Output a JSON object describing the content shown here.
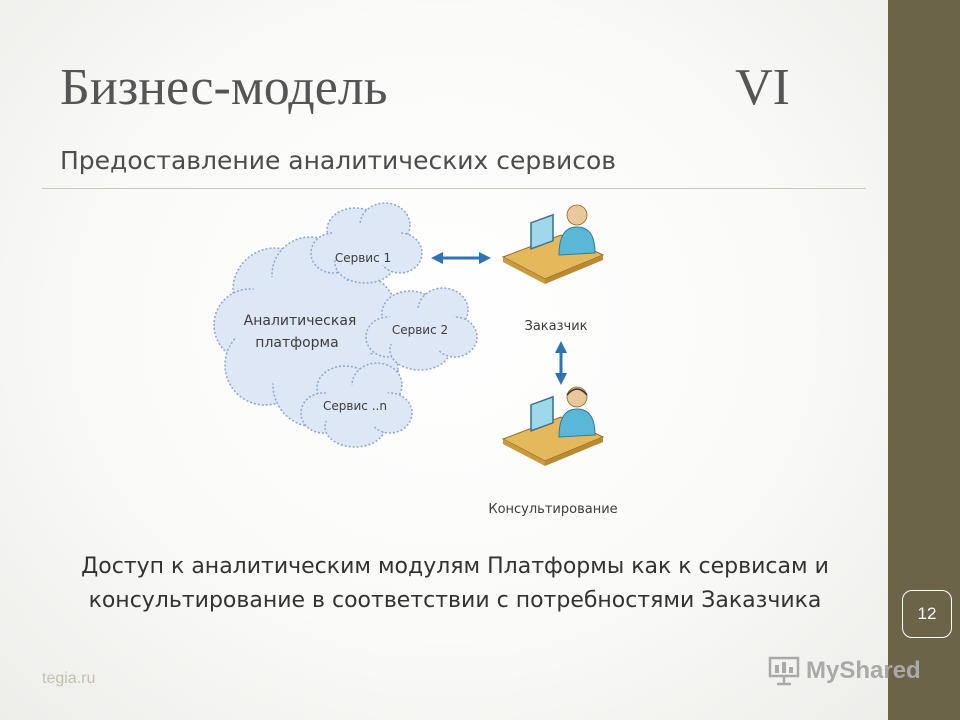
{
  "slide": {
    "title": "Бизнес-модель",
    "title_numeral": "VI",
    "subtitle": "Предоставление аналитических сервисов",
    "caption": "Доступ к аналитическим модулям Платформы как к сервисам и консультирование в соответствии с потребностями Заказчика",
    "page_number": "12",
    "source": "tegia.ru",
    "watermark": "MyShared"
  },
  "diagram": {
    "platform_label_line1": "Аналитическая",
    "platform_label_line2": "платформа",
    "services": [
      "Сервис 1",
      "Сервис 2",
      "Сервис ..n"
    ],
    "customer_label": "Заказчик",
    "consulting_label": "Консультирование",
    "colors": {
      "cloud_fill": "#dde7f6",
      "cloud_stroke": "#8fa8cc",
      "arrow": "#2f73b7",
      "desk": "#e6b85c",
      "person": "#5bb7d6",
      "sidebar": "#6b6448"
    }
  }
}
